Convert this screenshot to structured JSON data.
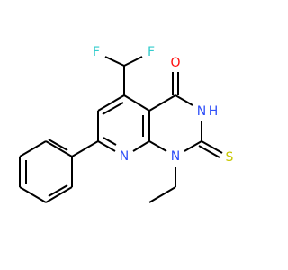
{
  "molecule": {
    "atoms": {
      "F_left": {
        "symbol": "F",
        "color": "#33CCCC"
      },
      "F_right": {
        "symbol": "F",
        "color": "#33CCCC"
      },
      "O": {
        "symbol": "O",
        "color": "#FF0D0D"
      },
      "N_amide": {
        "symbol": "N",
        "color": "#3050F8"
      },
      "H_amide": {
        "symbol": "H",
        "color": "#3050F8"
      },
      "S": {
        "symbol": "S",
        "color": "#C8C800"
      },
      "N_pyr": {
        "symbol": "N",
        "color": "#3050F8"
      },
      "N_ring": {
        "symbol": "N",
        "color": "#3050F8"
      }
    },
    "bond_color": "#000000",
    "background": "#ffffff"
  }
}
